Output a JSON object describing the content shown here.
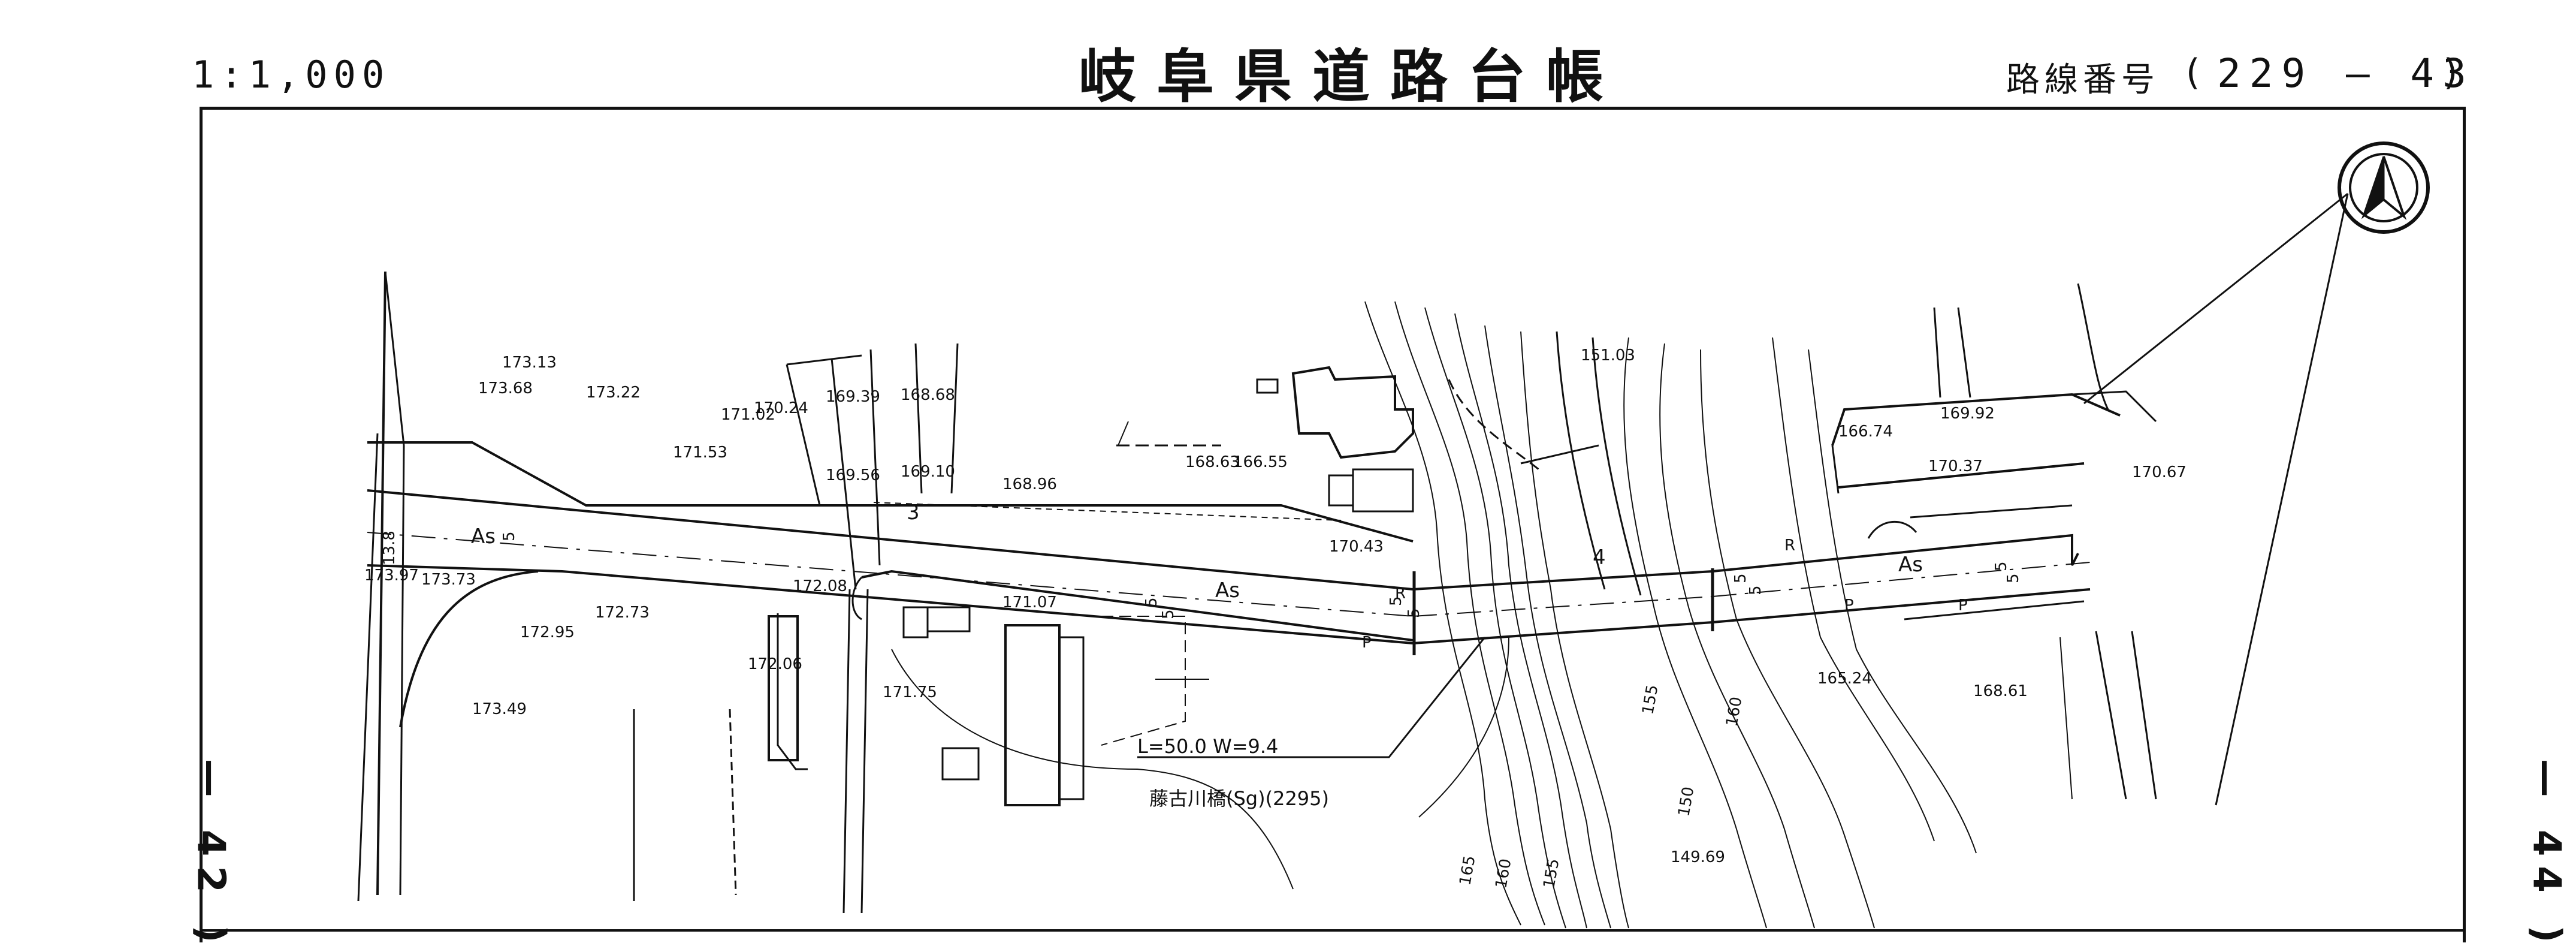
{
  "header": {
    "scale": "1:1,000",
    "title": "岐阜県道路台帳",
    "route_label": "路線番号",
    "route_open": "(",
    "route_number": "229 — 43",
    "route_close": ")"
  },
  "page_refs": {
    "previous": "— 42 )",
    "next": "— 44 )"
  },
  "map": {
    "north_arrow": "north-arrow-icon",
    "road_surface_labels": [
      "As",
      "As",
      "As"
    ],
    "station_markers": [
      "3",
      "4"
    ],
    "elevations": [
      "173.13",
      "173.68",
      "173.22",
      "171.53",
      "171.02",
      "170.24",
      "169.39",
      "168.68",
      "169.56",
      "169.10",
      "168.96",
      "168.63",
      "166.55",
      "170.43",
      "151.03",
      "166.74",
      "169.92",
      "170.37",
      "170.67",
      "173.97",
      "173.73",
      "172.08",
      "171.07",
      "172.73",
      "172.95",
      "173.49",
      "172.06",
      "171.75",
      "165.24",
      "168.61",
      "149.69"
    ],
    "width_marks": [
      "5",
      "5",
      "5",
      "5",
      "5",
      "5",
      "5",
      "5",
      "5"
    ],
    "width_mark_13_8": "13.8",
    "contour_labels": [
      "165",
      "160",
      "155",
      "155",
      "160",
      "150"
    ],
    "pole_marks": [
      "P",
      "P",
      "P",
      "R",
      "R"
    ],
    "bridge": {
      "dimensions": "L=50.0  W=9.4",
      "name": "藤古川橋(Sg)(2295)"
    }
  }
}
